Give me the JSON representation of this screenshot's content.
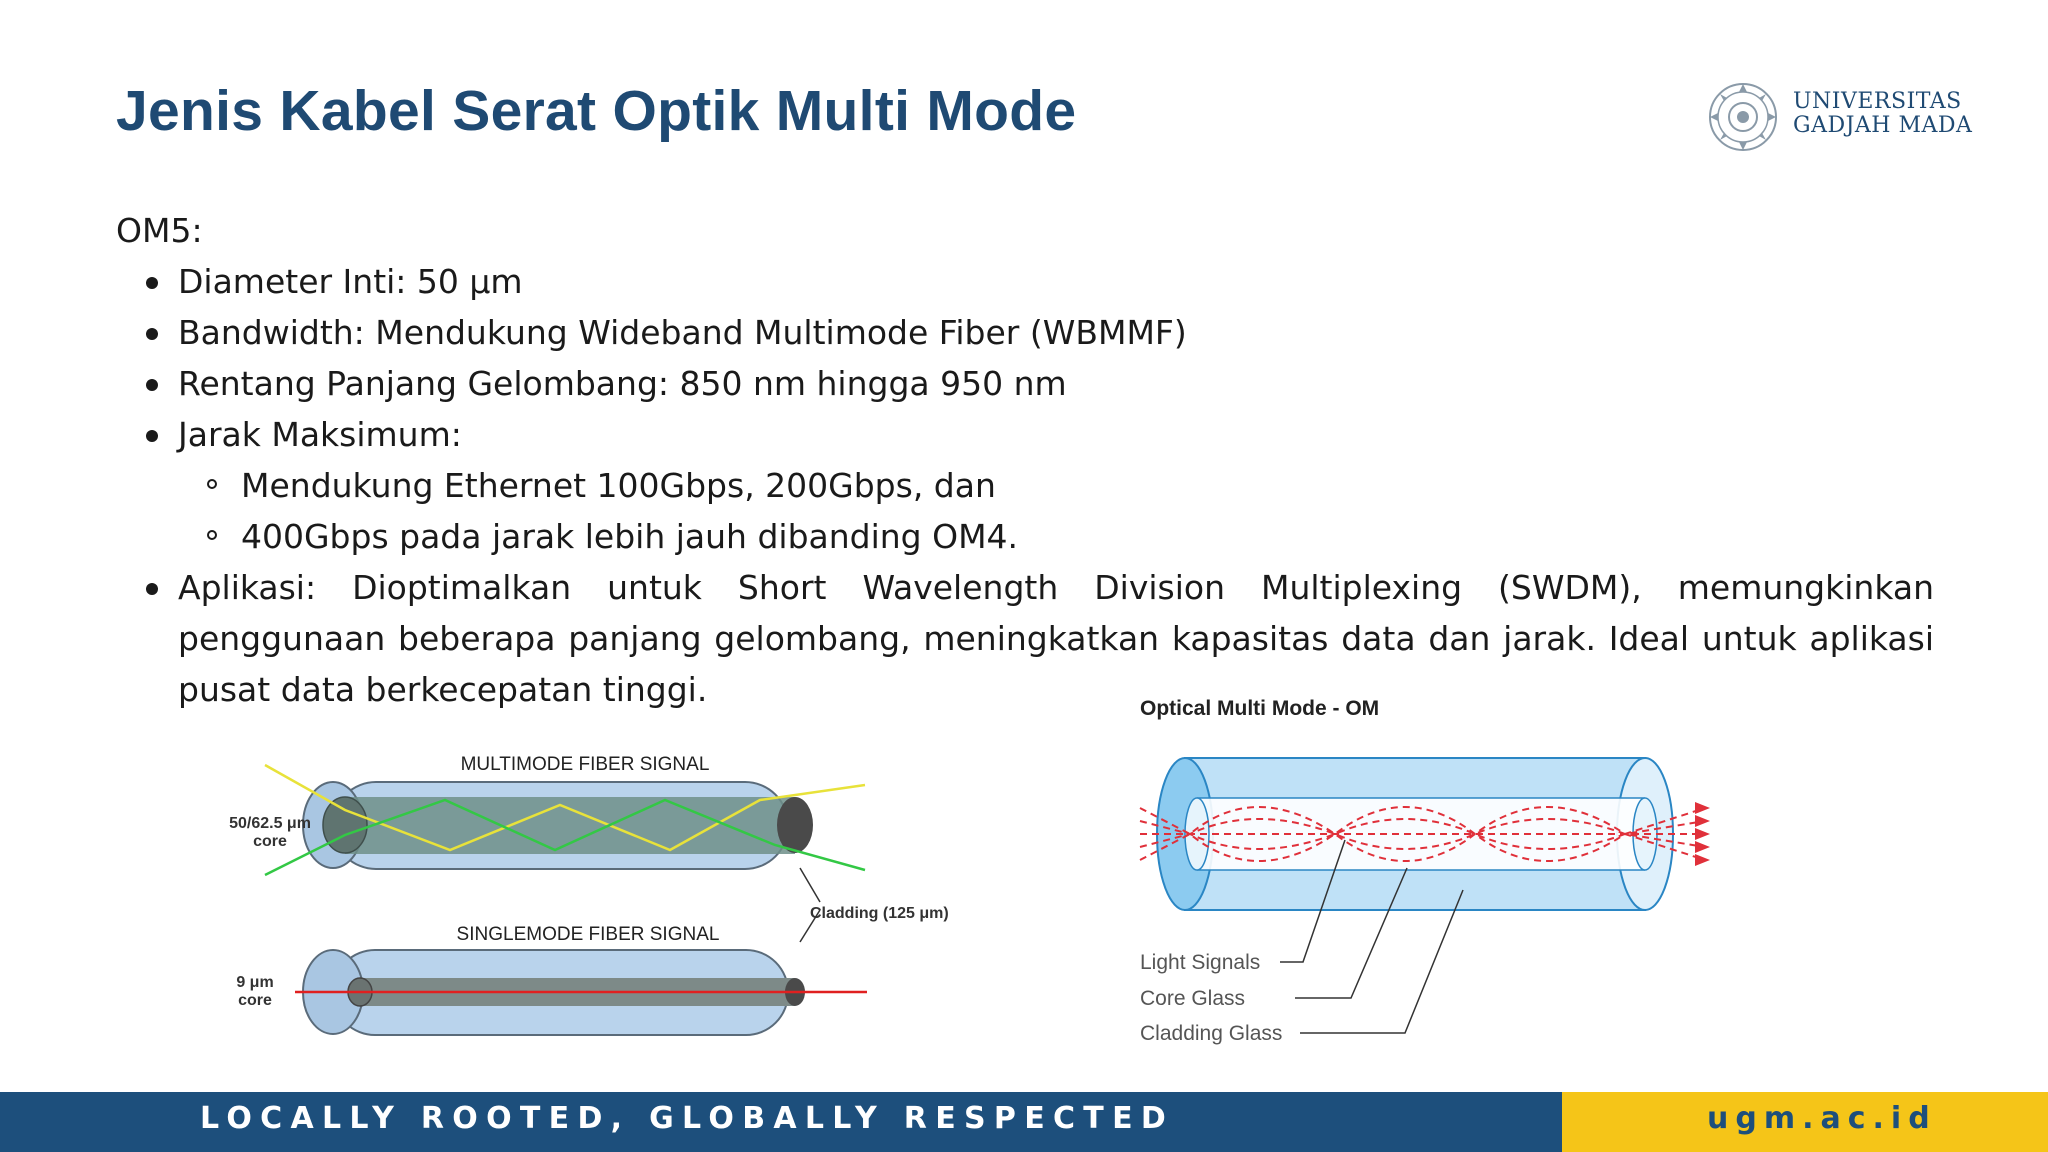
{
  "title": "Jenis Kabel Serat Optik Multi Mode",
  "logo": {
    "line1": "UNIVERSITAS",
    "line2": "GADJAH MADA"
  },
  "content": {
    "heading": "OM5:",
    "bullets": [
      "Diameter Inti: 50 μm",
      "Bandwidth: Mendukung Wideband Multimode Fiber (WBMMF)",
      "Rentang Panjang Gelombang: 850 nm hingga 950 nm",
      "Jarak Maksimum:",
      "Aplikasi: Dioptimalkan untuk Short Wavelength Division Multiplexing (SWDM), memungkinkan penggunaan beberapa panjang gelombang, meningkatkan kapasitas data dan jarak. Ideal untuk aplikasi pusat data berkecepatan tinggi."
    ],
    "sub_bullets": [
      "Mendukung Ethernet 100Gbps, 200Gbps, dan",
      "400Gbps pada jarak lebih jauh dibanding OM4."
    ]
  },
  "figure_left": {
    "multimode_label": "MULTIMODE FIBER SIGNAL",
    "multimode_core_line1": "50/62.5 μm",
    "multimode_core_line2": "core",
    "cladding_label": "Cladding (125 μm)",
    "singlemode_label": "SINGLEMODE FIBER SIGNAL",
    "singlemode_core_line1": "9 μm",
    "singlemode_core_line2": "core"
  },
  "figure_right": {
    "title": "Optical Multi Mode - OM",
    "label_light": "Light Signals",
    "label_core": "Core Glass",
    "label_cladding": "Cladding Glass"
  },
  "footer": {
    "tagline": "LOCALLY ROOTED, GLOBALLY RESPECTED",
    "url": "ugm.ac.id"
  },
  "colors": {
    "title": "#1f4a73",
    "footer_blue": "#1d4f7c",
    "footer_yellow": "#f5c518"
  }
}
